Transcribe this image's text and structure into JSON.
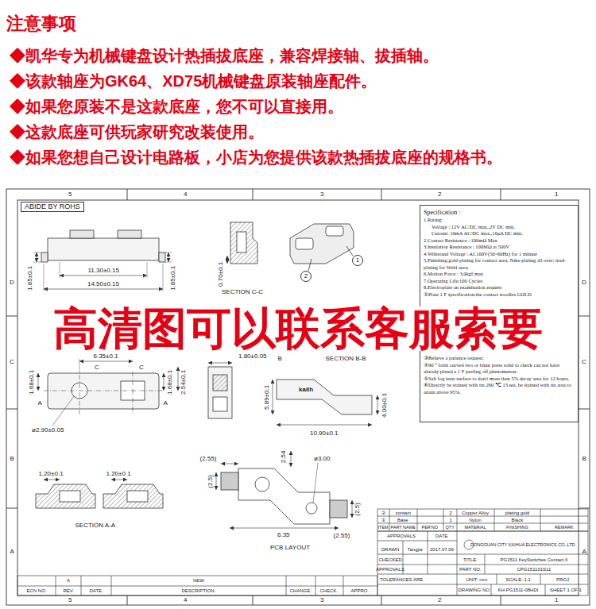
{
  "diagram": {
    "title": "注意事项",
    "nodes": [
      {
        "text": [
          "ABIDE BY ROHS"
        ]
      },
      {
        "text": [
          "1"
        ]
      },
      {
        "text": [
          "2"
        ]
      },
      {
        "text": [
          "Specification :",
          "1.Rating:",
          "Voltage : 12V AC/DC max.,2V DC min.",
          "Current: 10mA AC/DC max.,10μA DC min.",
          "2.Contact Resistance : 100mΩ Max",
          "3.Insulation Resistance : 100MΩ at 500V",
          "4.Withstand Voltage : AC100V(50~60Hz) for 1 minute",
          "5.Finishing:gold-plating for contact area; Nike-plating all over; lead-plating for Weld area;",
          "6.Motion Force : 3.0kgf max",
          "7.Operating Life:100 Cycles",
          "8.Electroplate an examination request",
          "①Plate 1 F specification:the contact noodles GOLD",
          "③Believe a patience request:",
          "④90 ° folds curved two or blunt press solid to check can not have already plated a 1 F peeling off phenomenon.",
          "⑤Salt fog tests surface to don't more than 5% decay area for 12 hours.",
          "⑥Directly be stained with tin 260 ℃ 13 ses, be stained with tin area to attain above 95%."
        ]
      }
    ],
    "labels": [
      "◆凯华专为机械键盘设计热插拔底座，兼容焊接轴、拔插轴。",
      "◆该款轴座为GK64、XD75机械键盘原装轴座配件。",
      "◆如果您原装不是这款底座，您不可以直接用。",
      "◆这款底座可供玩家研究改装使用。",
      "◆如果您想自己设计电路板，小店为您提供该款热插拔底座的规格书。",
      "5",
      "4",
      "3",
      "2",
      "1",
      "D",
      "C",
      "B",
      "A",
      "D",
      "C",
      "B",
      "A",
      "5",
      "4",
      "3",
      "2",
      "1",
      "11.30±0.15",
      "14.50±0.15",
      "1.85±0.1",
      "1.85±0.1",
      "0.70±0.1",
      "SECTION C-C",
      "高清图可以联系客服索要",
      "6.35±0.1",
      "C",
      "C",
      "1.68±0.1",
      "1.68±0.1",
      "2.54±0.1",
      "A",
      "A",
      "ø2.90±0.05",
      "1.80±0.05",
      "B",
      "SECTION B-B",
      "5.89±0.1",
      "kailh",
      "4.00±0.1",
      "10.90±0.1",
      "1.20±0.1",
      "1.20±0.1",
      "SECTION A-A",
      "(2.55)",
      "2.54",
      "ø3.00",
      "(2.5)",
      "6.35",
      "(2.55)",
      "(2.5)",
      "PCB LAYOUT",
      "②",
      "contact",
      "2",
      "Copper Alloy",
      "plating gold",
      "①",
      "Base",
      "1",
      "Nylon",
      "Black",
      "ITEM",
      "PART NAME",
      "PER'NO",
      "QTY",
      "MATERIAL",
      "FINISHING",
      "REMARK",
      "APPROVALS",
      "DATE",
      "DONGGUAN CITY KAIHUA ELECTRONICS CO.,LTD",
      "DRAWN",
      "Tangjia",
      "2017.07.06",
      "CHECKED",
      "TITLE:",
      "PG1511 KeySwitches Contact II",
      "APPROVALS",
      "PART NO.",
      "CPG151101S11",
      "TOLERANCES ARE",
      "UNIT: mm",
      "SCALE: 1:1",
      "PROJ",
      "DRAWING NO.",
      "KH-PG1511-08HDI",
      "SHEET 1 OF 1",
      "A",
      "NEW",
      "ECN NO.",
      "REV.",
      "DATE.",
      "DESCRIPTION.",
      "CHANGE.",
      "CHECK.",
      "APPRO."
    ]
  }
}
